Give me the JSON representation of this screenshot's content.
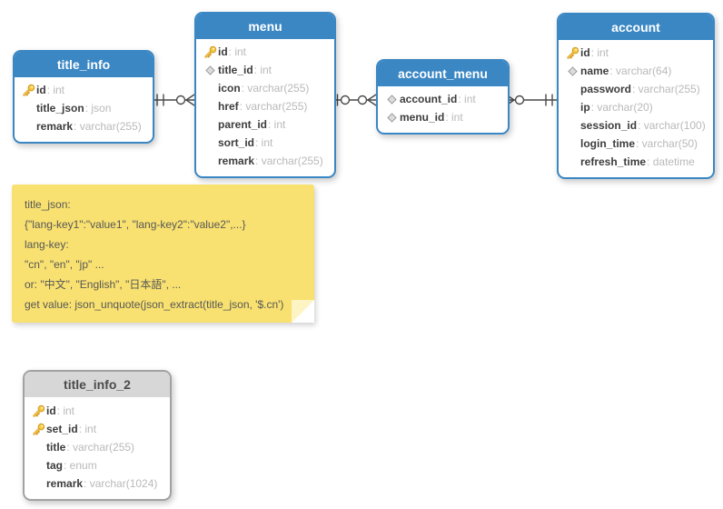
{
  "diagram": {
    "colors": {
      "table_header_blue": "#3a87c4",
      "table_header_gray": "#d7d7d7",
      "note_background": "#f8e170",
      "key_icon_gold": "#f6c83c",
      "connector_line": "#4a4a4a"
    },
    "tables": [
      {
        "name": "title_info",
        "theme": "blue",
        "fields": [
          {
            "icon": "key",
            "name": "id",
            "type": "int",
            "type_label": ": int"
          },
          {
            "icon": "none",
            "name": "title_json",
            "type": "json",
            "type_label": ": json"
          },
          {
            "icon": "none",
            "name": "remark",
            "type": "varchar(255)",
            "type_label": ": varchar(255)"
          }
        ]
      },
      {
        "name": "menu",
        "theme": "blue",
        "fields": [
          {
            "icon": "key",
            "name": "id",
            "type": "int",
            "type_label": ": int"
          },
          {
            "icon": "diamond",
            "name": "title_id",
            "type": "int",
            "type_label": ": int"
          },
          {
            "icon": "none",
            "name": "icon",
            "type": "varchar(255)",
            "type_label": ": varchar(255)"
          },
          {
            "icon": "none",
            "name": "href",
            "type": "varchar(255)",
            "type_label": ": varchar(255)"
          },
          {
            "icon": "none",
            "name": "parent_id",
            "type": "int",
            "type_label": ": int"
          },
          {
            "icon": "none",
            "name": "sort_id",
            "type": "int",
            "type_label": ": int"
          },
          {
            "icon": "none",
            "name": "remark",
            "type": "varchar(255)",
            "type_label": ": varchar(255)"
          }
        ]
      },
      {
        "name": "account_menu",
        "theme": "blue",
        "fields": [
          {
            "icon": "diamond",
            "name": "account_id",
            "type": "int",
            "type_label": ": int"
          },
          {
            "icon": "diamond",
            "name": "menu_id",
            "type": "int",
            "type_label": ": int"
          }
        ]
      },
      {
        "name": "account",
        "theme": "blue",
        "fields": [
          {
            "icon": "key",
            "name": "id",
            "type": "int",
            "type_label": ": int"
          },
          {
            "icon": "diamond",
            "name": "name",
            "type": "varchar(64)",
            "type_label": ": varchar(64)"
          },
          {
            "icon": "none",
            "name": "password",
            "type": "varchar(255)",
            "type_label": ": varchar(255)"
          },
          {
            "icon": "none",
            "name": "ip",
            "type": "varchar(20)",
            "type_label": ": varchar(20)"
          },
          {
            "icon": "none",
            "name": "session_id",
            "type": "varchar(100)",
            "type_label": ": varchar(100)"
          },
          {
            "icon": "none",
            "name": "login_time",
            "type": "varchar(50)",
            "type_label": ": varchar(50)"
          },
          {
            "icon": "none",
            "name": "refresh_time",
            "type": "datetime",
            "type_label": ": datetime"
          }
        ]
      },
      {
        "name": "title_info_2",
        "theme": "gray",
        "fields": [
          {
            "icon": "key",
            "name": "id",
            "type": "int",
            "type_label": ": int"
          },
          {
            "icon": "key",
            "name": "set_id",
            "type": "int",
            "type_label": ": int"
          },
          {
            "icon": "none",
            "name": "title",
            "type": "varchar(255)",
            "type_label": ": varchar(255)"
          },
          {
            "icon": "none",
            "name": "tag",
            "type": "enum",
            "type_label": ": enum"
          },
          {
            "icon": "none",
            "name": "remark",
            "type": "varchar(1024)",
            "type_label": ": varchar(1024)"
          }
        ]
      }
    ],
    "relationships": [
      {
        "from": "title_info",
        "to": "menu",
        "from_cardinality": "one-and-only-one",
        "to_cardinality": "zero-or-many"
      },
      {
        "from": "menu",
        "to": "account_menu",
        "from_cardinality": "zero-or-one",
        "to_cardinality": "zero-or-many"
      },
      {
        "from": "account_menu",
        "to": "account",
        "from_cardinality": "zero-or-many",
        "to_cardinality": "one-and-only-one"
      }
    ],
    "note": {
      "lines": [
        "title_json:",
        "{\"lang-key1\":\"value1\", \"lang-key2\":\"value2\",...}",
        "lang-key:",
        "\"cn\", \"en\", \"jp\" ...",
        "or: \"中文\", \"English\", \"日本語\", ...",
        "get value: json_unquote(json_extract(title_json, '$.cn')"
      ]
    }
  }
}
